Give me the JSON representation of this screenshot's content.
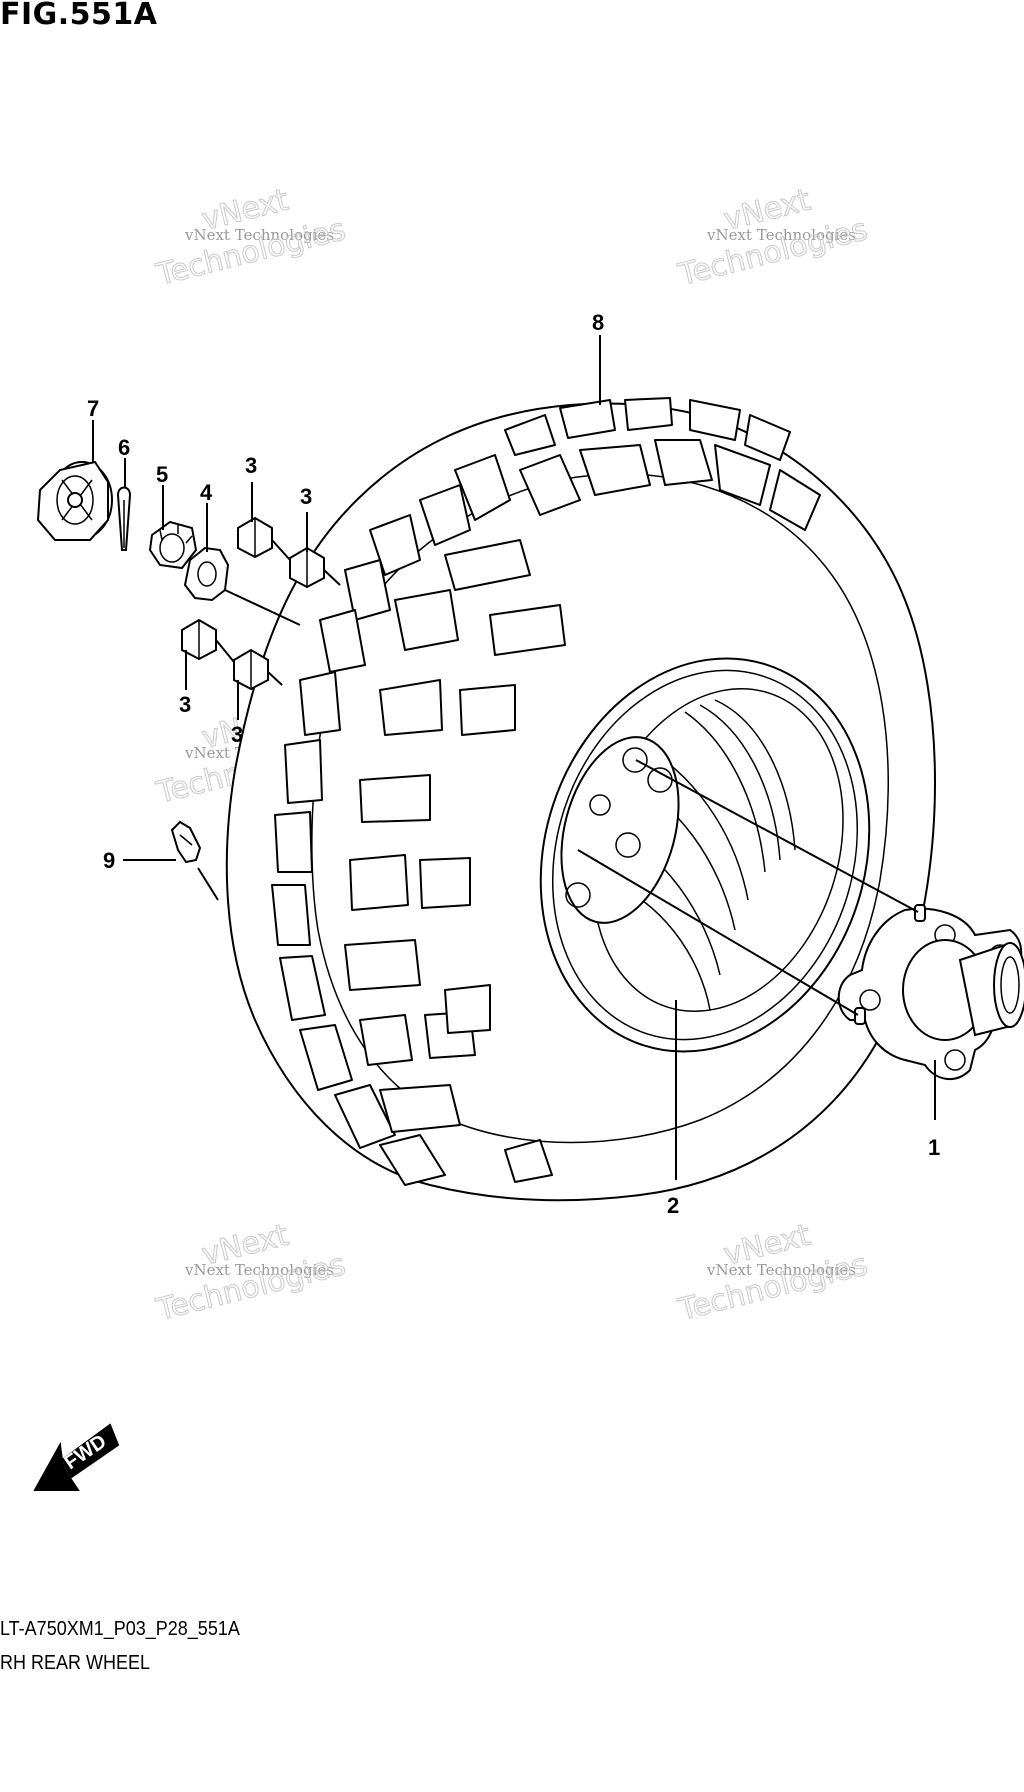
{
  "figure": {
    "title": "FIG.551A",
    "code": "LT-A750XM1_P03_P28_551A",
    "description": "RH REAR WHEEL"
  },
  "callouts": {
    "c1": "1",
    "c2": "2",
    "c3a": "3",
    "c3b": "3",
    "c3c": "3",
    "c3d": "3",
    "c4": "4",
    "c5": "5",
    "c6": "6",
    "c7": "7",
    "c8": "8",
    "c9": "9"
  },
  "direction_marker": {
    "label": "FWD"
  },
  "watermark": {
    "small": "vNext Technologies",
    "large_top": "vNext",
    "large_bottom": "Technologies"
  }
}
